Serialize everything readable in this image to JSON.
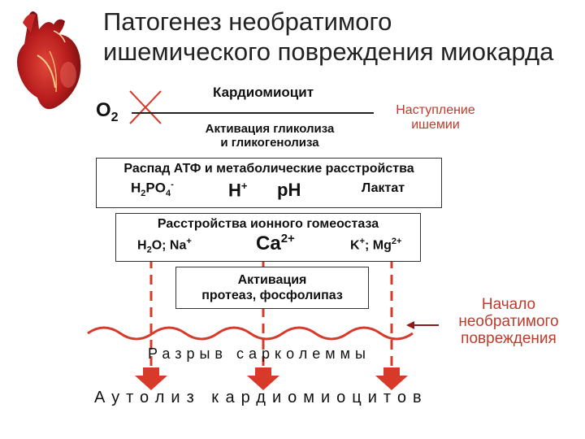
{
  "title": {
    "line1": "Патогенез необратимого",
    "line2": "ишемического повреждения миокарда"
  },
  "o2": {
    "label": "O",
    "sub": "2"
  },
  "cardiomyocyte": "Кардиомиоцит",
  "glycolysis": {
    "line1": "Активация гликолиза",
    "line2": "и гликогенолиза"
  },
  "ischemia": {
    "line1": "Наступление",
    "line2": "ишемии"
  },
  "box1": {
    "title": "Распад АТФ и метаболические расстройства",
    "h2po4": "H",
    "h2po4_sub1": "2",
    "h2po4_po": "PO",
    "h2po4_sub2": "4",
    "h2po4_sup": "-",
    "hplus": "H",
    "hplus_sup": "+",
    "ph": "pH",
    "lactate": "Лактат"
  },
  "box2": {
    "title": "Расстройства ионного гомеостаза",
    "h2o": "H",
    "h2o_sub": "2",
    "h2o_rest": "O; Na",
    "h2o_sup": "+",
    "ca": "Ca",
    "ca_sup": "2+",
    "k": "K",
    "k_sup": "+",
    "k_mid": "; Mg",
    "k_sup2": "2+"
  },
  "box3": {
    "line1": "Активация",
    "line2": "протеаз, фосфолипаз"
  },
  "onset": {
    "line1": "Начало",
    "line2": "необратимого",
    "line3": "повреждения"
  },
  "rupture": "Разрыв сарколеммы",
  "autolysis": "Аутолиз кардиомиоцитов",
  "colors": {
    "red": "#d83a2a",
    "dark": "#222222",
    "heart": "#b51a1a"
  }
}
